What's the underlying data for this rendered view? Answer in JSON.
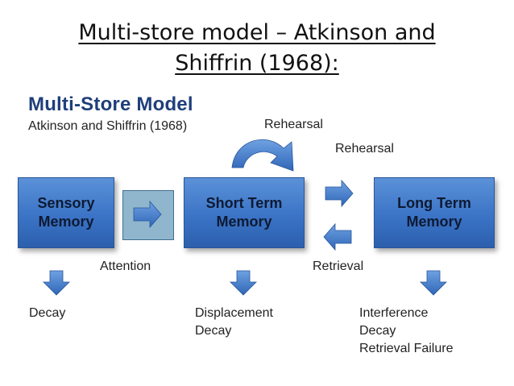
{
  "slide": {
    "title_line1": "Multi-store model – Atkinson and",
    "title_line2": "Shiffrin (1968):"
  },
  "diagram": {
    "title": "Multi-Store Model",
    "subtitle": "Atkinson and Shiffrin (1968)",
    "stores": {
      "sensory": "Sensory\nMemory",
      "short_term": "Short Term\nMemory",
      "long_term": "Long Term\nMemory"
    },
    "labels": {
      "rehearsal_loop": "Rehearsal",
      "rehearsal_transfer": "Rehearsal",
      "attention": "Attention",
      "retrieval": "Retrieval"
    },
    "outcomes": {
      "sensory": [
        "Decay"
      ],
      "short_term": [
        "Displacement",
        "Decay"
      ],
      "long_term": [
        "Interference",
        "Decay",
        "Retrieval Failure"
      ]
    },
    "colors": {
      "box_blue": "#3b74c6",
      "arrow_blue": "#4a86d4",
      "attention_box": "#8fb6cd"
    }
  }
}
